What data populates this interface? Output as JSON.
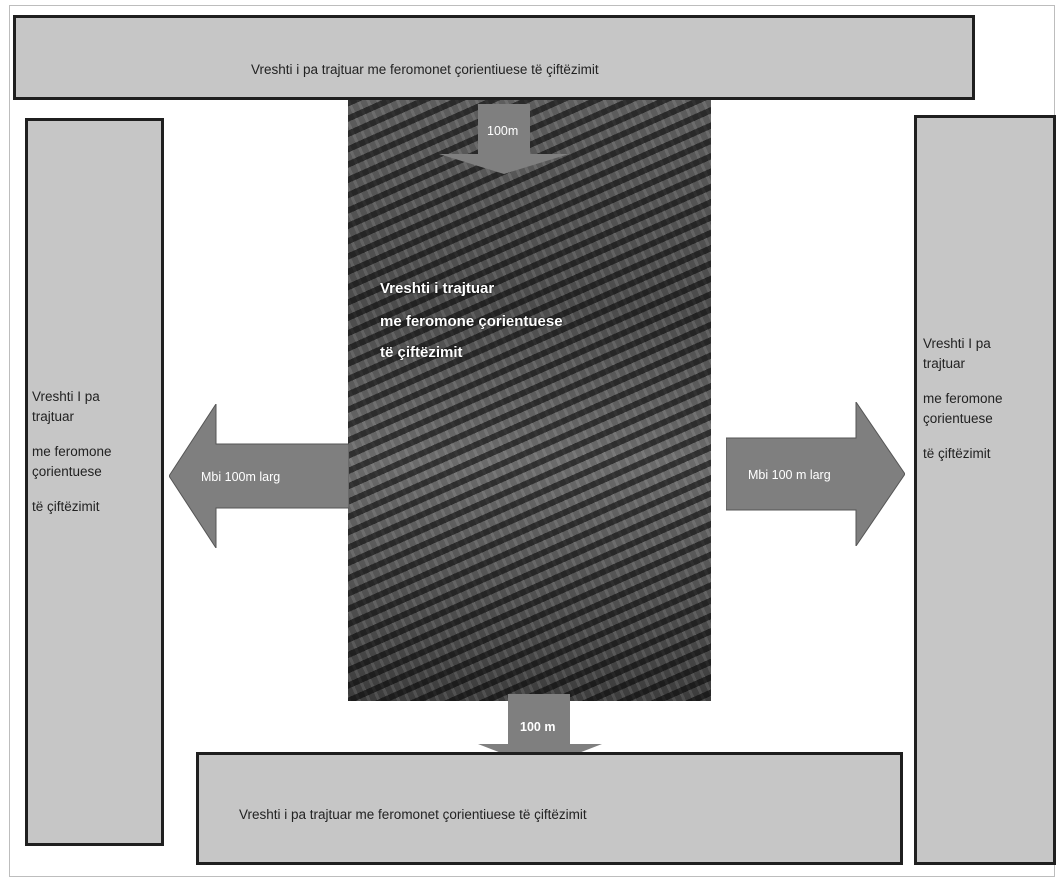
{
  "top_box": {
    "label": "Vreshti i pa trajtuar me feromonet  çorientiuese të çiftëzimit"
  },
  "bottom_box": {
    "label": "Vreshti i pa trajtuar me feromonet  çorientiuese të çiftëzimit"
  },
  "left_box": {
    "lines": [
      "Vreshti I pa",
      "trajtuar",
      "me feromone",
      "çorientuese",
      "të çiftëzimit"
    ]
  },
  "right_box": {
    "lines": [
      "Vreshti I pa",
      "trajtuar",
      "me feromone",
      "çorientuese",
      "të çiftëzimit"
    ]
  },
  "center_photo": {
    "lines": [
      "Vreshti i trajtuar",
      "me feromone çorientuese",
      "të çiftëzimit"
    ]
  },
  "arrows": {
    "top": "100m",
    "bottom": "100 m",
    "left": "Mbi 100m larg",
    "right": "Mbi 100 m larg"
  },
  "colors": {
    "box_fill": "#c6c6c6",
    "arrow_fill": "#7f7f7f",
    "border": "#1f1f1f"
  }
}
